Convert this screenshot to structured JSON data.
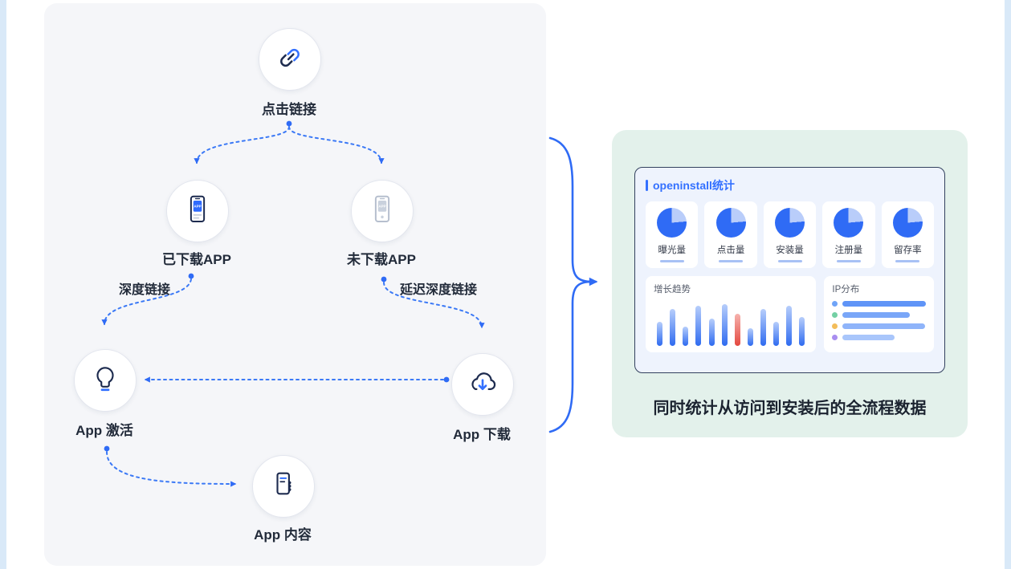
{
  "colors": {
    "accent_blue": "#3370ff",
    "navy": "#1d2b4f",
    "mint_panel_bg": "#e3f1eb",
    "flow_panel_bg": "#f5f6f9",
    "highlight_red": "#e8554d"
  },
  "flowchart": {
    "nodes": [
      {
        "id": "click-link",
        "label": "点击链接",
        "icon": "link-icon"
      },
      {
        "id": "downloaded-app",
        "label": "已下载APP",
        "icon": "phone-app-icon"
      },
      {
        "id": "not-downloaded-app",
        "label": "未下载APP",
        "icon": "phone-app-gray-icon"
      },
      {
        "id": "app-activate",
        "label": "App 激活",
        "icon": "lightbulb-icon"
      },
      {
        "id": "app-download",
        "label": "App 下载",
        "icon": "cloud-download-icon"
      },
      {
        "id": "app-content",
        "label": "App 内容",
        "icon": "hand-phone-icon"
      }
    ],
    "edge_labels": {
      "deep_link": "深度链接",
      "deferred_deep_link": "延迟深度链接"
    }
  },
  "dashboard": {
    "title": "openinstall统计",
    "stats": [
      {
        "label": "曝光量"
      },
      {
        "label": "点击量"
      },
      {
        "label": "安装量"
      },
      {
        "label": "注册量"
      },
      {
        "label": "留存率"
      }
    ],
    "caption": "同时统计从访问到安装后的全流程数据"
  },
  "chart_data": [
    {
      "type": "bar",
      "title": "增长趋势",
      "values": [
        30,
        46,
        24,
        50,
        34,
        52,
        40,
        22,
        46,
        30,
        50,
        36
      ],
      "highlight_index": 6,
      "highlight_color": "#e8554d",
      "bar_color": "#2f6bf0"
    },
    {
      "type": "bar",
      "orientation": "horizontal",
      "title": "IP分布",
      "values": [
        100,
        72,
        88,
        55
      ],
      "dot_colors": [
        "#6fa4f8",
        "#74d0a4",
        "#f3bd5a",
        "#a98ef0"
      ],
      "bar_colors": [
        "#5f94f7",
        "#79a6f8",
        "#8fb4fa",
        "#a9c6fb"
      ]
    }
  ]
}
